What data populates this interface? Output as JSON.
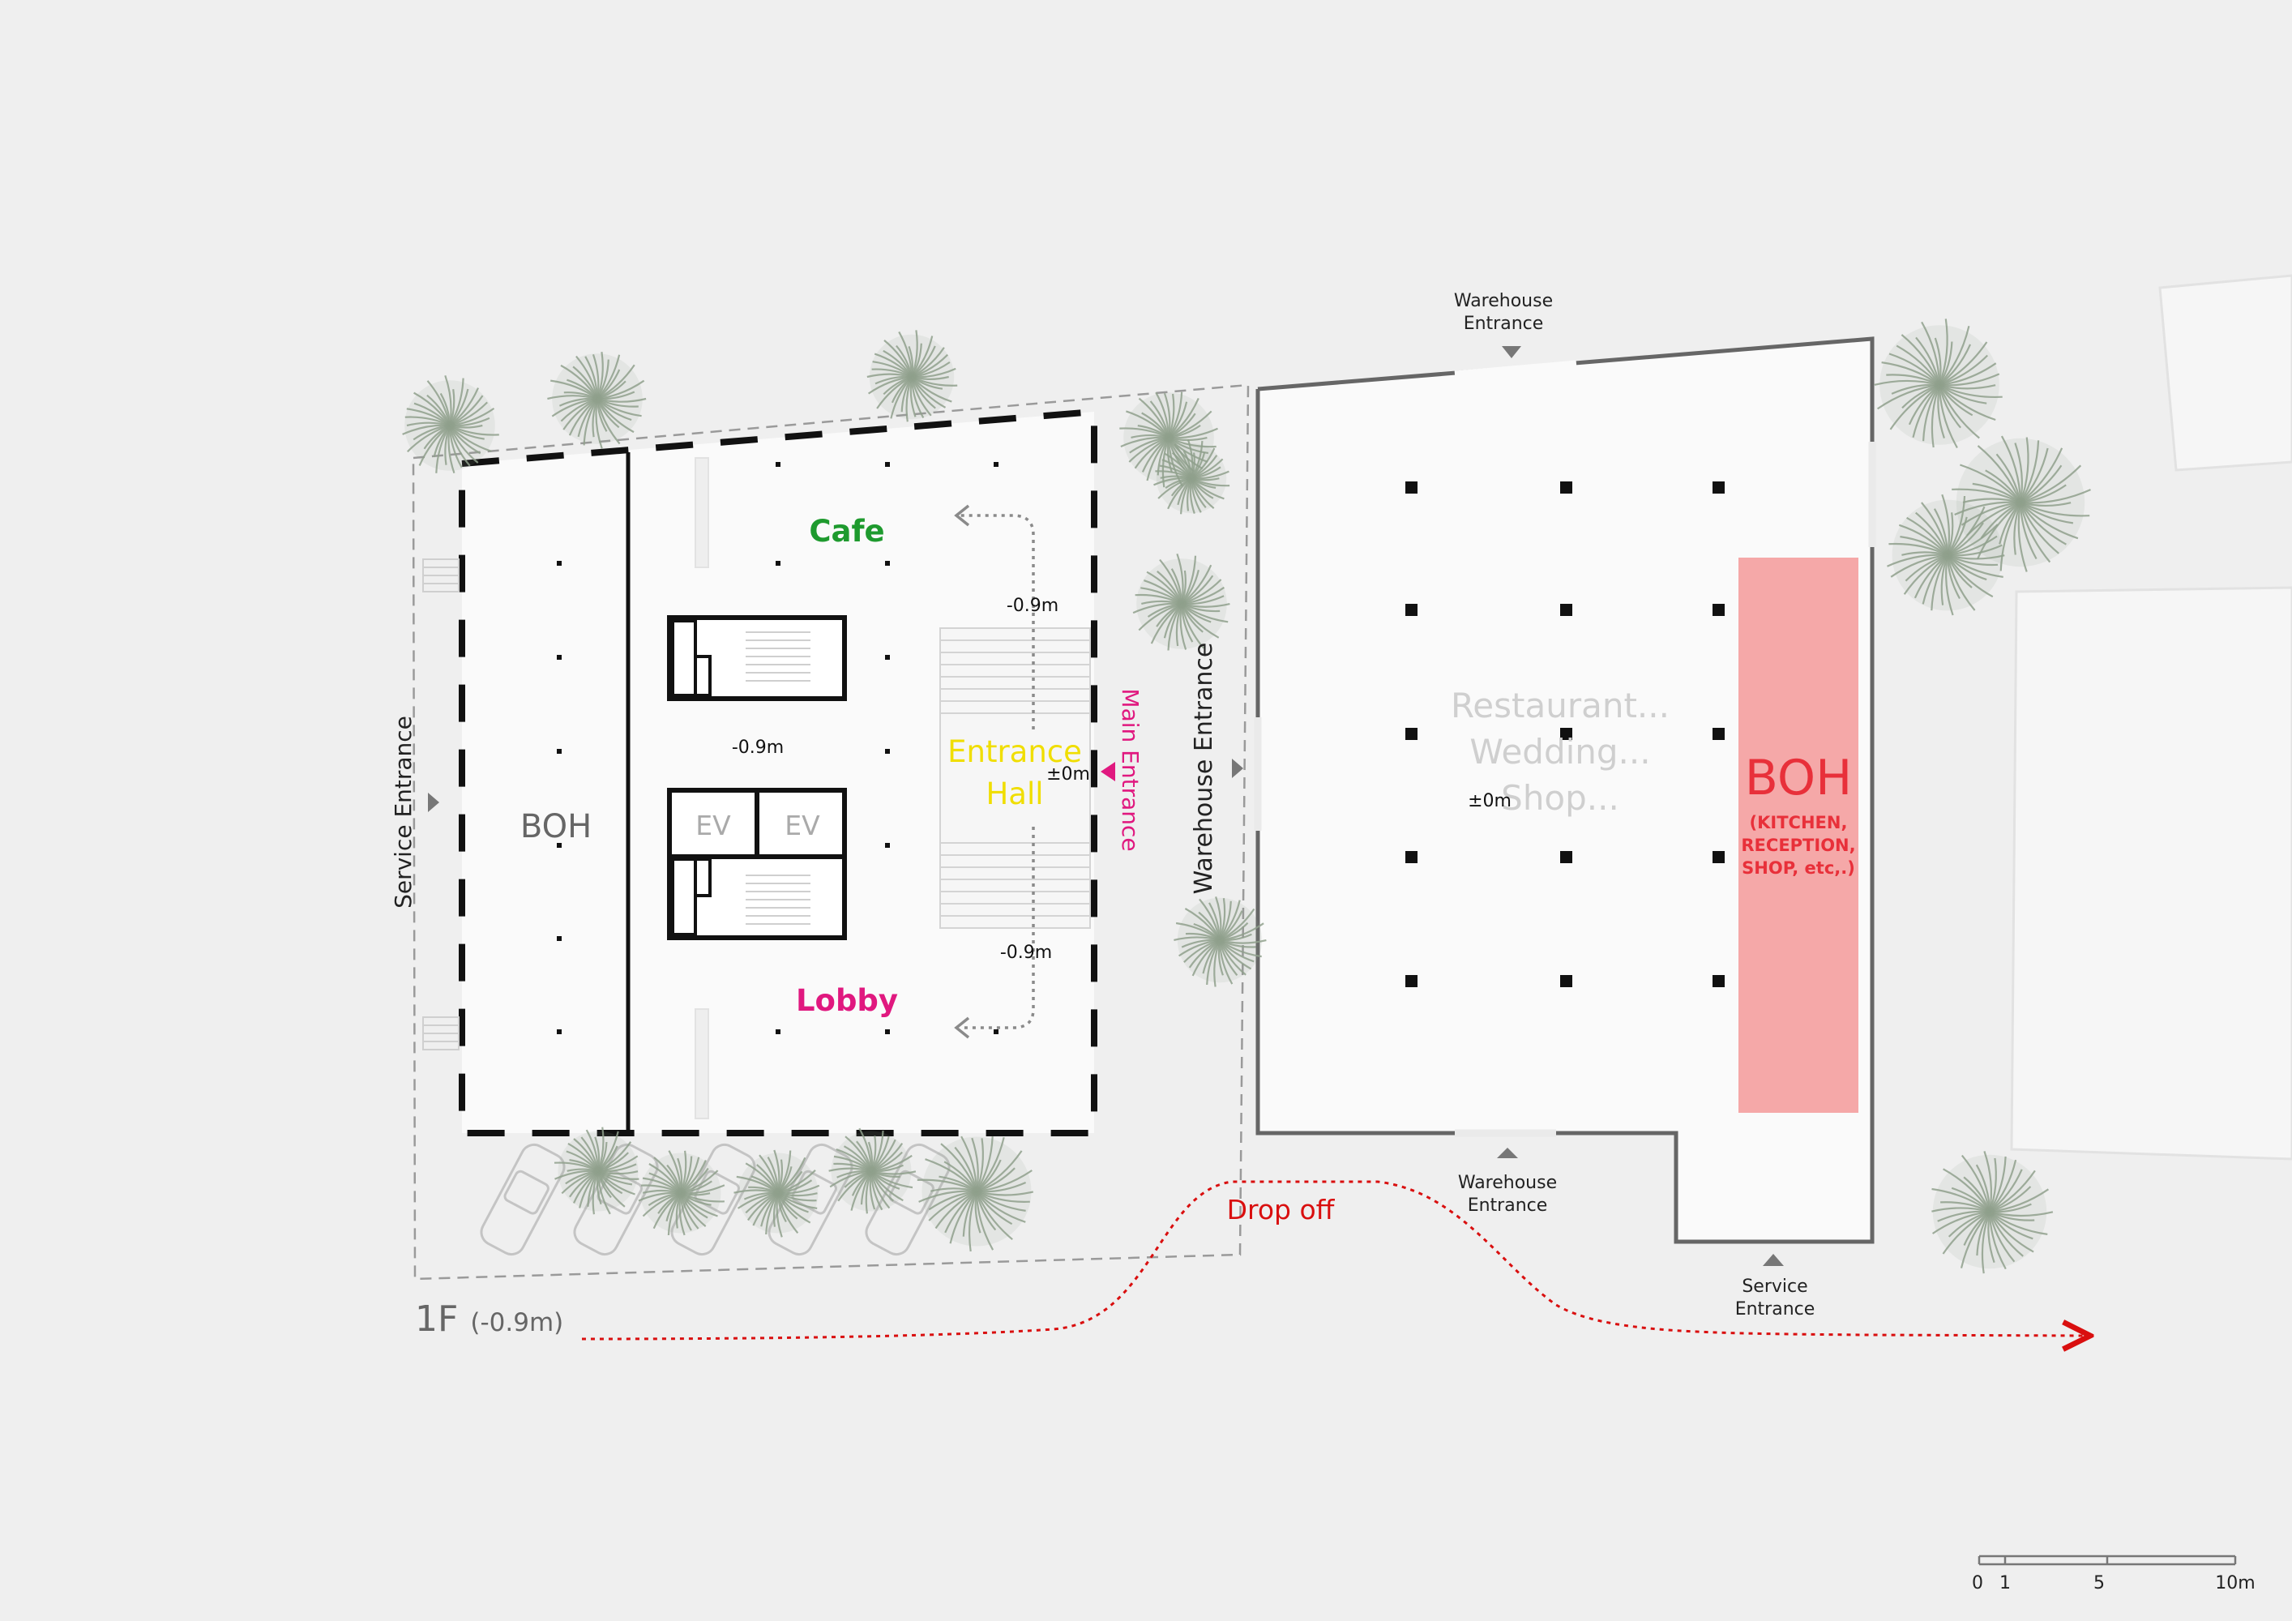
{
  "floor": {
    "name": "1F",
    "level": "(-0.9m)"
  },
  "left_building": {
    "service_entrance": "Service Entrance",
    "boh": "BOH",
    "cafe": "Cafe",
    "lobby": "Lobby",
    "entrance_hall_1": "Entrance",
    "entrance_hall_2": "Hall",
    "main_entrance": "Main Entrance",
    "ev_1": "EV",
    "ev_2": "EV",
    "level_upper": "-0.9m",
    "level_lower": "-0.9m",
    "level_core": "-0.9m",
    "level_hall": "±0m"
  },
  "right_building": {
    "warehouse_entrance_side": "Warehouse Entrance",
    "warehouse_entrance_top_1": "Warehouse",
    "warehouse_entrance_top_2": "Entrance",
    "warehouse_entrance_bottom_1": "Warehouse",
    "warehouse_entrance_bottom_2": "Entrance",
    "service_entrance_1": "Service",
    "service_entrance_2": "Entrance",
    "uses_1": "Restaurant...",
    "uses_2": "Wedding...",
    "uses_3": "Shop...",
    "level": "±0m",
    "boh": "BOH",
    "boh_detail_1": "(KITCHEN,",
    "boh_detail_2": "RECEPTION,",
    "boh_detail_3": "SHOP, etc,.)"
  },
  "drop_off": "Drop off",
  "scale_bar": {
    "labels": [
      "0",
      "1",
      "5",
      "10m"
    ]
  },
  "colors": {
    "cafe": "#1e9a2e",
    "lobby": "#e0187f",
    "entrance_hall": "#f0de00",
    "main_entrance": "#e0187f",
    "boh_zone": "#f5a8a8",
    "boh_text": "#e8303a",
    "drop_off": "#d90f0f",
    "tree": "#8fa08c"
  }
}
